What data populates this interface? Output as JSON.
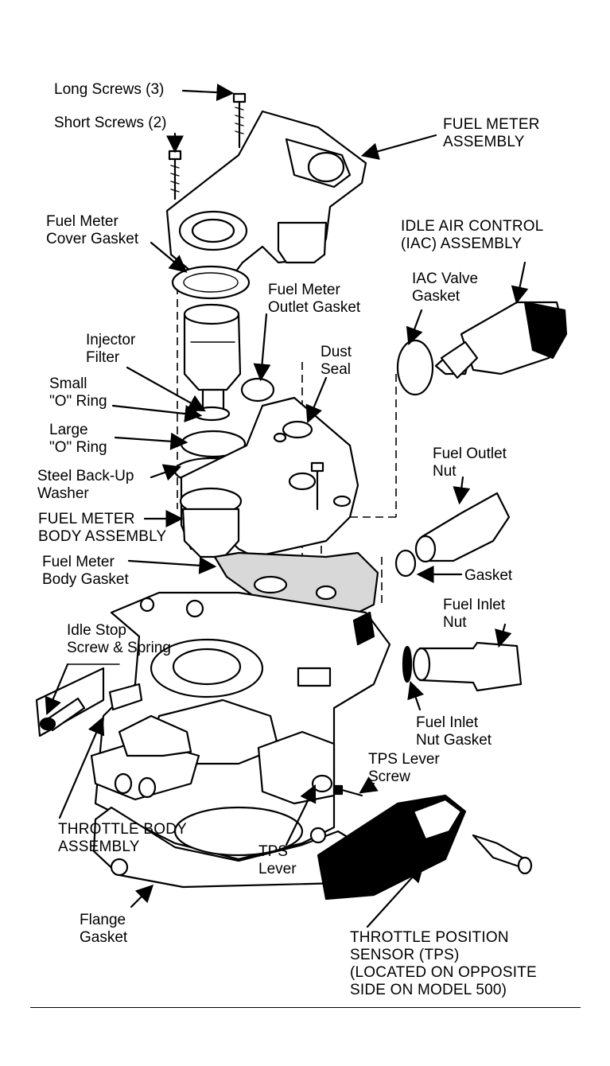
{
  "labels": {
    "long_screws": "Long Screws (3)",
    "short_screws": "Short Screws (2)",
    "fuel_meter_assembly": [
      "FUEL METER",
      "ASSEMBLY"
    ],
    "fuel_meter_cover_gasket": [
      "Fuel Meter",
      "Cover Gasket"
    ],
    "iac_assembly": [
      "IDLE AIR CONTROL",
      "(IAC) ASSEMBLY"
    ],
    "fuel_meter_outlet_gasket": [
      "Fuel Meter",
      "Outlet Gasket"
    ],
    "iac_valve_gasket": [
      "IAC Valve",
      "Gasket"
    ],
    "injector_filter": [
      "Injector",
      "Filter"
    ],
    "dust_seal": [
      "Dust",
      "Seal"
    ],
    "small_o_ring": [
      "Small",
      "\"O\" Ring"
    ],
    "large_o_ring": [
      "Large",
      "\"O\" Ring"
    ],
    "fuel_outlet_nut": [
      "Fuel Outlet",
      "Nut"
    ],
    "steel_backup_washer": [
      "Steel Back-Up",
      "Washer"
    ],
    "fuel_meter_body_assembly": [
      "FUEL METER",
      "BODY ASSEMBLY"
    ],
    "fuel_meter_body_gasket": [
      "Fuel Meter",
      "Body Gasket"
    ],
    "outlet_gasket": "Gasket",
    "fuel_inlet_nut": [
      "Fuel Inlet",
      "Nut"
    ],
    "idle_stop_screw": [
      "Idle Stop",
      "Screw & Spring"
    ],
    "fuel_inlet_nut_gasket": [
      "Fuel Inlet",
      "Nut Gasket"
    ],
    "tps_lever_screw": [
      "TPS Lever",
      "Screw"
    ],
    "throttle_body_assembly": [
      "THROTTLE BODY",
      "ASSEMBLY"
    ],
    "tps_lever": [
      "TPS",
      "Lever"
    ],
    "flange_gasket": [
      "Flange",
      "Gasket"
    ],
    "tps": [
      "THROTTLE POSITION",
      "SENSOR (TPS)",
      "(LOCATED ON OPPOSITE",
      "SIDE ON MODEL 500)"
    ]
  }
}
